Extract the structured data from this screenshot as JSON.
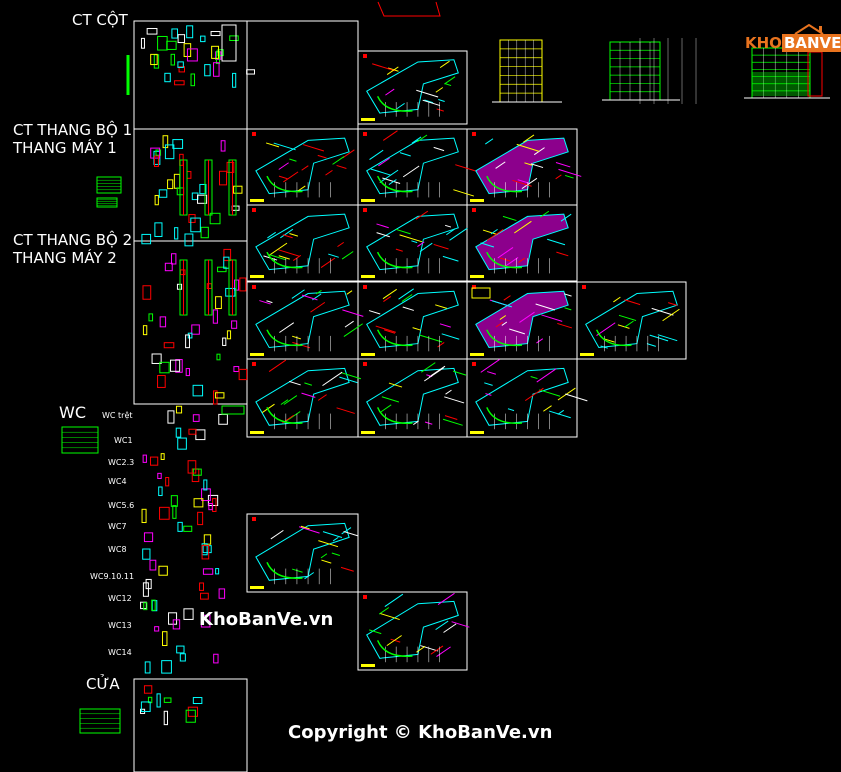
{
  "labels": {
    "ct_cot": "CT CỘT",
    "thang_bo_1_line1": "CT THANG BỘ 1",
    "thang_bo_1_line2": "THANG MÁY 1",
    "thang_bo_2_line1": "CT THANG BỘ 2",
    "thang_bo_2_line2": "THANG MÁY 2",
    "wc": "WC",
    "cua": "CỬA"
  },
  "wc_labels": [
    "WC trệt",
    "WC1",
    "WC2.3",
    "WC4",
    "WC5.6",
    "WC7",
    "WC8",
    "WC9.10.11",
    "WC12",
    "WC13",
    "WC14"
  ],
  "watermarks": {
    "site": "KhoBanVe.vn",
    "copyright": "Copyright © KhoBanVe.vn",
    "logo_left": "KHO",
    "logo_right": "BANVE"
  },
  "colors": {
    "background": "#000000",
    "frame": "#ffffff",
    "cad_cyan": "#00ffff",
    "cad_green": "#00ff00",
    "cad_red": "#ff0000",
    "cad_yellow": "#ffff00",
    "cad_magenta": "#ff00ff",
    "logo_orange": "#e8731e"
  },
  "icons": [
    "house-roof-icon"
  ]
}
